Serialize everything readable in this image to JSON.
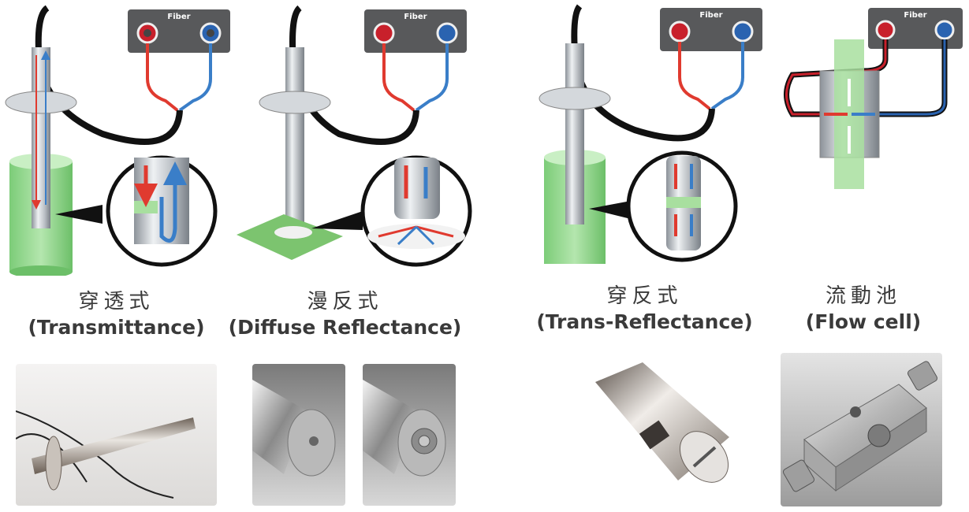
{
  "fiber_label": "Fiber",
  "captions": [
    {
      "cn": "穿透式",
      "en": "(Transmittance)"
    },
    {
      "cn": "漫反式",
      "en": "(Diffuse Reflectance)"
    },
    {
      "cn": "穿反式",
      "en": "(Trans-Reflectance)"
    },
    {
      "cn": "流動池",
      "en": "(Flow cell)"
    }
  ],
  "colors": {
    "send_arrow": "#e03a2f",
    "return_arrow": "#3a7ec8",
    "liquid": "#8fd68a",
    "fiber_cable": "#111111",
    "steel": "#b9bec4"
  }
}
